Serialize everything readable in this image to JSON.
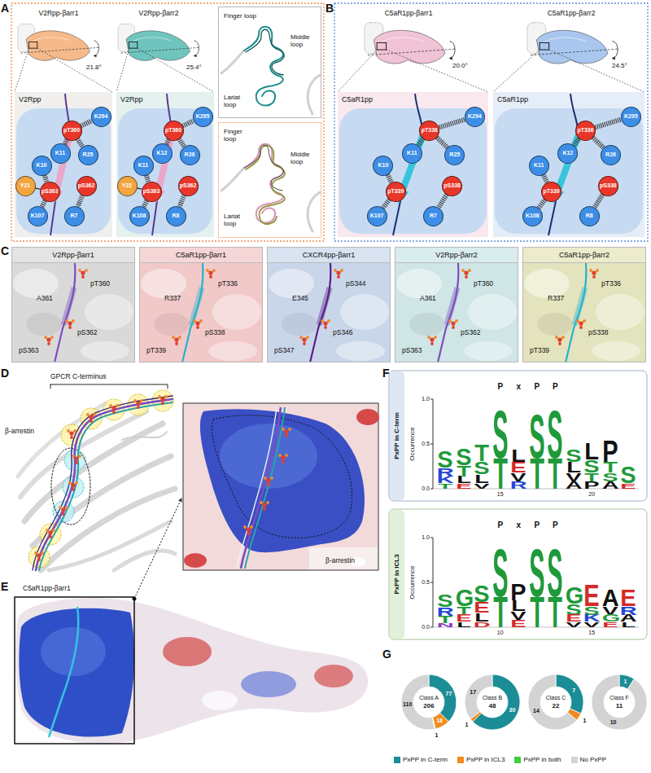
{
  "diagram": {
    "nodes": [
      {
        "text": [
          "V2Rpp"
        ]
      },
      {
        "text": [
          "Y21"
        ],
        "in": 0
      },
      {
        "text": [
          "K10"
        ],
        "in": 0
      },
      {
        "text": [
          "K11"
        ],
        "in": 0
      },
      {
        "text": [
          "pT360"
        ],
        "in": 0
      },
      {
        "text": [
          "K294"
        ],
        "in": 0
      },
      {
        "text": [
          "R25"
        ],
        "in": 0
      },
      {
        "text": [
          "pS363"
        ],
        "in": 0
      },
      {
        "text": [
          "pS362"
        ],
        "in": 0
      },
      {
        "text": [
          "K107"
        ],
        "in": 0
      },
      {
        "text": [
          "R7"
        ],
        "in": 0
      },
      {
        "text": [
          "V2Rpp"
        ]
      },
      {
        "text": [
          "Y22"
        ],
        "in": 11
      },
      {
        "text": [
          "K11"
        ],
        "in": 11
      },
      {
        "text": [
          "K12"
        ],
        "in": 11
      },
      {
        "text": [
          "pT360"
        ],
        "in": 11
      },
      {
        "text": [
          "K295"
        ],
        "in": 11
      },
      {
        "text": [
          "R26"
        ],
        "in": 11
      },
      {
        "text": [
          "pS363"
        ],
        "in": 11
      },
      {
        "text": [
          "pS362"
        ],
        "in": 11
      },
      {
        "text": [
          "K108"
        ],
        "in": 11
      },
      {
        "text": [
          "R8"
        ],
        "in": 11
      },
      {
        "text": [
          "Finger loop",
          "Middle loop",
          "Lariat loop"
        ]
      },
      {
        "text": [
          "Finger loop",
          "Middle loop",
          "Lariat loop"
        ]
      },
      {
        "text": [
          "C5aR1pp"
        ]
      },
      {
        "text": [
          "K10"
        ],
        "in": 24
      },
      {
        "text": [
          "K11"
        ],
        "in": 24
      },
      {
        "text": [
          "pT336"
        ],
        "in": 24
      },
      {
        "text": [
          "K294"
        ],
        "in": 24
      },
      {
        "text": [
          "R25"
        ],
        "in": 24
      },
      {
        "text": [
          "pT339"
        ],
        "in": 24
      },
      {
        "text": [
          "pS338"
        ],
        "in": 24
      },
      {
        "text": [
          "K107"
        ],
        "in": 24
      },
      {
        "text": [
          "R7"
        ],
        "in": 24
      },
      {
        "text": [
          "C5aR1pp"
        ]
      },
      {
        "text": [
          "K11"
        ],
        "in": 34
      },
      {
        "text": [
          "K12"
        ],
        "in": 34
      },
      {
        "text": [
          "pT336"
        ],
        "in": 34
      },
      {
        "text": [
          "K295"
        ],
        "in": 34
      },
      {
        "text": [
          "R26"
        ],
        "in": 34
      },
      {
        "text": [
          "pT339"
        ],
        "in": 34
      },
      {
        "text": [
          "pS338"
        ],
        "in": 34
      },
      {
        "text": [
          "K108"
        ],
        "in": 34
      },
      {
        "text": [
          "R8"
        ],
        "in": 34
      },
      {
        "text": [
          "V2Rpp-βarr1",
          "A361",
          "pT360",
          "pS363",
          "pS362"
        ]
      },
      {
        "text": [
          "C5aR1pp-βarr1",
          "R337",
          "pT336",
          "pT339",
          "pS338"
        ]
      },
      {
        "text": [
          "CXCR4pp-βarr1",
          "E345",
          "pS344",
          "pS347",
          "pS346"
        ]
      },
      {
        "text": [
          "V2Rpp-βarr2",
          "A361",
          "pT360",
          "pS363",
          "pS362"
        ]
      },
      {
        "text": [
          "C5aR1pp-βarr2",
          "R337",
          "pT336",
          "pS338",
          "pT339"
        ]
      }
    ],
    "edges": [
      {
        "from": 4,
        "to": 3,
        "arrow": "none"
      },
      {
        "from": 4,
        "to": 5,
        "arrow": "none"
      },
      {
        "from": 4,
        "to": 6,
        "arrow": "none"
      },
      {
        "from": 2,
        "to": 7,
        "arrow": "none"
      },
      {
        "from": 1,
        "to": 7,
        "arrow": "none"
      },
      {
        "from": 7,
        "to": 9,
        "arrow": "none"
      },
      {
        "from": 8,
        "to": 10,
        "arrow": "none"
      },
      {
        "from": 15,
        "to": 14,
        "arrow": "none"
      },
      {
        "from": 15,
        "to": 16,
        "arrow": "none"
      },
      {
        "from": 15,
        "to": 17,
        "arrow": "none"
      },
      {
        "from": 13,
        "to": 18,
        "arrow": "none"
      },
      {
        "from": 12,
        "to": 18,
        "arrow": "none"
      },
      {
        "from": 18,
        "to": 20,
        "arrow": "none"
      },
      {
        "from": 19,
        "to": 21,
        "arrow": "none"
      },
      {
        "from": 27,
        "to": 26,
        "arrow": "none"
      },
      {
        "from": 27,
        "to": 28,
        "arrow": "none"
      },
      {
        "from": 27,
        "to": 29,
        "arrow": "none"
      },
      {
        "from": 25,
        "to": 30,
        "arrow": "none"
      },
      {
        "from": 30,
        "to": 32,
        "arrow": "none"
      },
      {
        "from": 31,
        "to": 33,
        "arrow": "none"
      },
      {
        "from": 37,
        "to": 36,
        "arrow": "none"
      },
      {
        "from": 37,
        "to": 38,
        "arrow": "none"
      },
      {
        "from": 37,
        "to": 39,
        "arrow": "none"
      },
      {
        "from": 35,
        "to": 40,
        "arrow": "none"
      },
      {
        "from": 40,
        "to": 42,
        "arrow": "none"
      },
      {
        "from": 41,
        "to": 43,
        "arrow": "none"
      }
    ],
    "labels": [
      "A",
      "V2Rpp-βarr1",
      "V2Rpp-βarr2",
      "21.8°",
      "25.4°",
      "B",
      "C5aR1pp-βarr1",
      "C5aR1pp-βarr2",
      "20.0°",
      "24.5°",
      "C",
      "D",
      "GPCR C-terminus",
      "β-arrestin",
      "β-arrestin",
      "E",
      "C5aR1pp-βarr1",
      "F",
      "PxPP in C-term",
      "Occurrence",
      "1.0",
      "0.5",
      "0.0",
      "15",
      "20",
      "P",
      "x",
      "P",
      "P",
      "S",
      "R",
      "K",
      "T",
      "S",
      "T",
      "L",
      "E",
      "T",
      "S",
      "L",
      "V",
      "S",
      "T",
      "L",
      "E",
      "V",
      "R",
      "S",
      "T",
      "S",
      "T",
      "S",
      "L",
      "V",
      "A",
      "L",
      "S",
      "T",
      "P",
      "P",
      "T",
      "S",
      "A",
      "S",
      "E",
      "PxPP in ICL3",
      "Occurrence",
      "1.0",
      "0.5",
      "0.0",
      "10",
      "15",
      "P",
      "x",
      "P",
      "P",
      "S",
      "R",
      "T",
      "N",
      "G",
      "T",
      "E",
      "L",
      "S",
      "E",
      "L",
      "D",
      "S",
      "T",
      "P",
      "L",
      "V",
      "E",
      "S",
      "T",
      "S",
      "T",
      "G",
      "S",
      "E",
      "V",
      "E",
      "S",
      "K",
      "V",
      "A",
      "V",
      "G",
      "E",
      "E",
      "R",
      "A",
      "L",
      "G",
      "Class A",
      "206",
      "77",
      "18",
      "1",
      "110",
      "Class B",
      "48",
      "30",
      "1",
      "17",
      "Class C",
      "22",
      "7",
      "1",
      "14",
      "Class F",
      "11",
      "1",
      "10"
    ],
    "legend": [
      {
        "text": "PxPP in C-term",
        "color": "#1b8d96"
      },
      {
        "text": "PxPP in ICL3",
        "color": "#f28b1e"
      },
      {
        "text": "PxPP in both",
        "color": "#3fce3f"
      },
      {
        "text": "No PxPP",
        "color": "#d3d3d3"
      }
    ]
  }
}
